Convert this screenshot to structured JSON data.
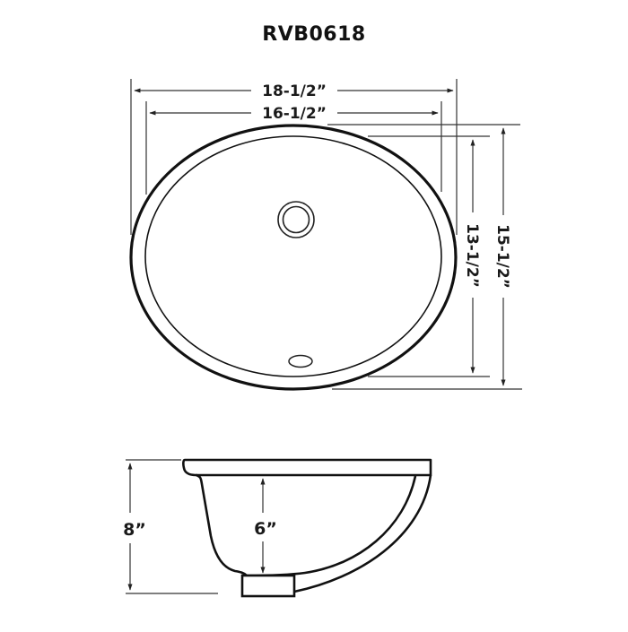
{
  "title": "RVB0618",
  "colors": {
    "line": "#111111",
    "dimension_line": "#333333",
    "background": "#ffffff"
  },
  "top_view": {
    "dimensions": {
      "overall_width": "18-1/2”",
      "bowl_width": "16-1/2”",
      "bowl_length": "13-1/2”",
      "overall_length": "15-1/2”"
    },
    "features": [
      "outer-rim",
      "inner-bowl",
      "drain",
      "overflow"
    ]
  },
  "side_view": {
    "dimensions": {
      "overall_depth": "8”",
      "bowl_depth": "6”"
    },
    "features": [
      "rim",
      "bowl-wall",
      "drain-foot"
    ]
  }
}
